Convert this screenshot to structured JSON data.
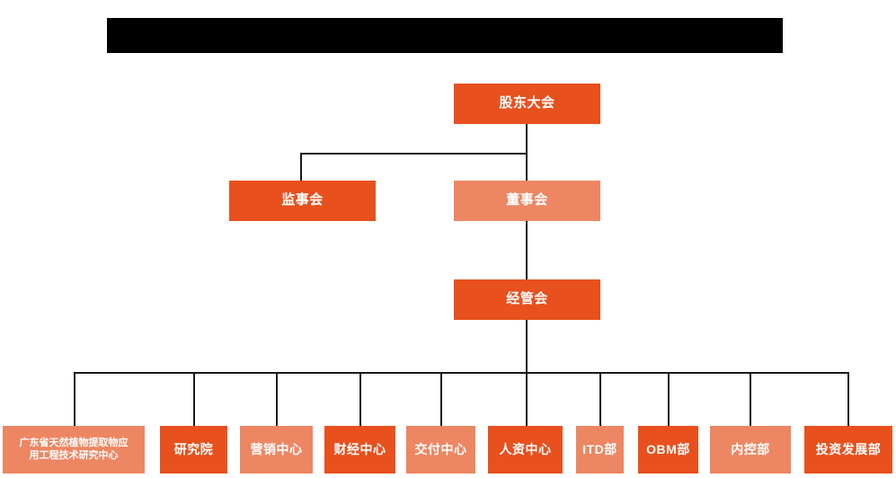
{
  "diagram": {
    "type": "organizational-chart",
    "title_bar": {
      "name": "redacted-title-bar",
      "text": "",
      "color": "#000000"
    },
    "colors": {
      "background": "#FFFFFF",
      "node_dark": "#E8501D",
      "node_light": "#ED8662",
      "connector": "#1A1A1A",
      "node_text": "#FFFFFF"
    },
    "levels": [
      {
        "level": 1,
        "nodes": [
          {
            "id": "shareholders",
            "label": "股东大会",
            "style": "dark"
          }
        ]
      },
      {
        "level": 2,
        "nodes": [
          {
            "id": "supervisors",
            "label": "监事会",
            "style": "dark"
          },
          {
            "id": "directors",
            "label": "董事会",
            "style": "light"
          }
        ]
      },
      {
        "level": 3,
        "nodes": [
          {
            "id": "management",
            "label": "经管会",
            "style": "dark"
          }
        ]
      },
      {
        "level": 4,
        "nodes": [
          {
            "id": "research-center",
            "label": "广东省天然植物提取物应\n用工程技术研究中心",
            "style": "light"
          },
          {
            "id": "institute",
            "label": "研究院",
            "style": "dark"
          },
          {
            "id": "marketing",
            "label": "营销中心",
            "style": "light"
          },
          {
            "id": "finance",
            "label": "财经中心",
            "style": "dark"
          },
          {
            "id": "delivery",
            "label": "交付中心",
            "style": "light"
          },
          {
            "id": "hr",
            "label": "人资中心",
            "style": "dark"
          },
          {
            "id": "itd",
            "label": "ITD部",
            "style": "light"
          },
          {
            "id": "obm",
            "label": "OBM部",
            "style": "dark"
          },
          {
            "id": "internal-control",
            "label": "内控部",
            "style": "light"
          },
          {
            "id": "investment",
            "label": "投资发展部",
            "style": "dark"
          }
        ]
      }
    ]
  }
}
